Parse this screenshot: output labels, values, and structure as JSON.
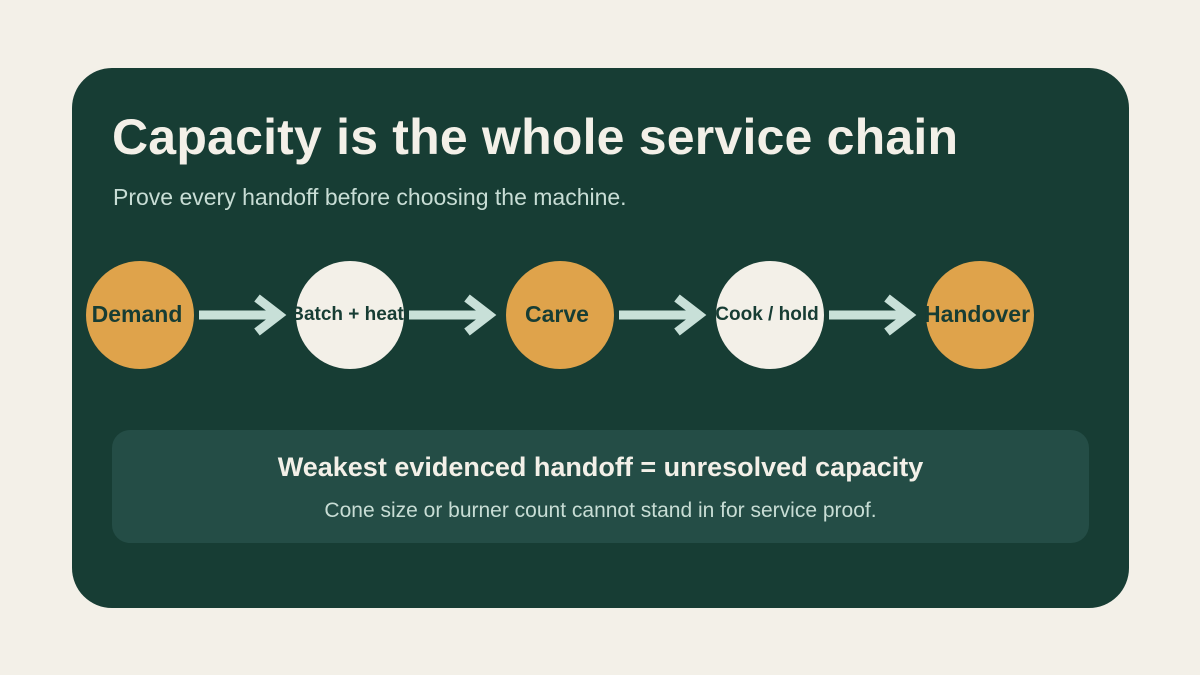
{
  "title": "Capacity is the whole service chain",
  "subtitle": "Prove every handoff before choosing the machine.",
  "chain": {
    "nodes": [
      {
        "label": "Demand",
        "style": "orange"
      },
      {
        "label": "Batch + heat",
        "style": "light"
      },
      {
        "label": "Carve",
        "style": "orange"
      },
      {
        "label": "Cook / hold",
        "style": "light"
      },
      {
        "label": "Handover",
        "style": "orange"
      }
    ]
  },
  "callout": {
    "title": "Weakest evidenced handoff = unresolved capacity",
    "text": "Cone size or burner count cannot stand in for service proof."
  },
  "colors": {
    "background": "#f3f0e8",
    "card": "#173d34",
    "callout": "#244d46",
    "accent_orange": "#dfa34b",
    "arrow": "#c8e0d8"
  }
}
